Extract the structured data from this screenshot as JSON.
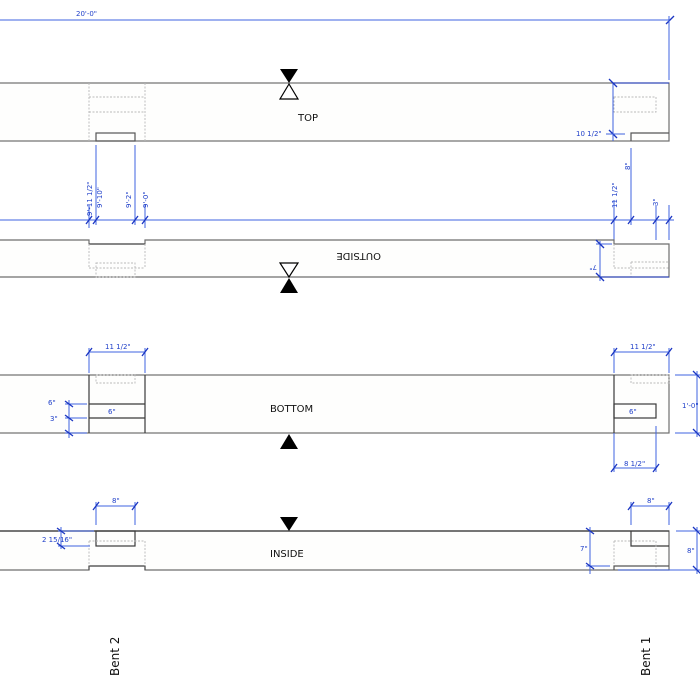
{
  "drawing": {
    "overall_length_dim": "20'-0\"",
    "faces": [
      {
        "name": "top",
        "label": "TOP"
      },
      {
        "name": "outside",
        "label": "OUTSIDE",
        "mirrored": true
      },
      {
        "name": "bottom",
        "label": "BOTTOM"
      },
      {
        "name": "inside",
        "label": "INSIDE"
      }
    ],
    "top_view": {
      "bent1_depth_dim": "10 1/2\""
    },
    "outside_view": {
      "bent2_dims": [
        "9'-11 1/2\"",
        "9'-10\"",
        "9'-2\"",
        "9'-0\""
      ],
      "bent1_dims": [
        "11 1/2\"",
        "8\"",
        "3\""
      ],
      "bent1_depth_dim": "7\""
    },
    "bottom_view": {
      "bent2_width_dim": "11 1/2\"",
      "bent2_left_dims": [
        "6\"",
        "3\""
      ],
      "bent2_inner_dim": "6\"",
      "bent1_width_dim": "11 1/2\"",
      "bent1_inner_dim": "6\"",
      "bent1_lower_dim": "8 1/2\"",
      "height_dim": "1'-0\""
    },
    "inside_view": {
      "bent2_width_dim": "8\"",
      "bent2_offset_dim": "2 15/16\"",
      "bent1_width_dim": "8\"",
      "bent1_depth_dim": "7\"",
      "height_dim": "8\""
    },
    "bent_labels": [
      "Bent 2",
      "Bent 1"
    ]
  }
}
